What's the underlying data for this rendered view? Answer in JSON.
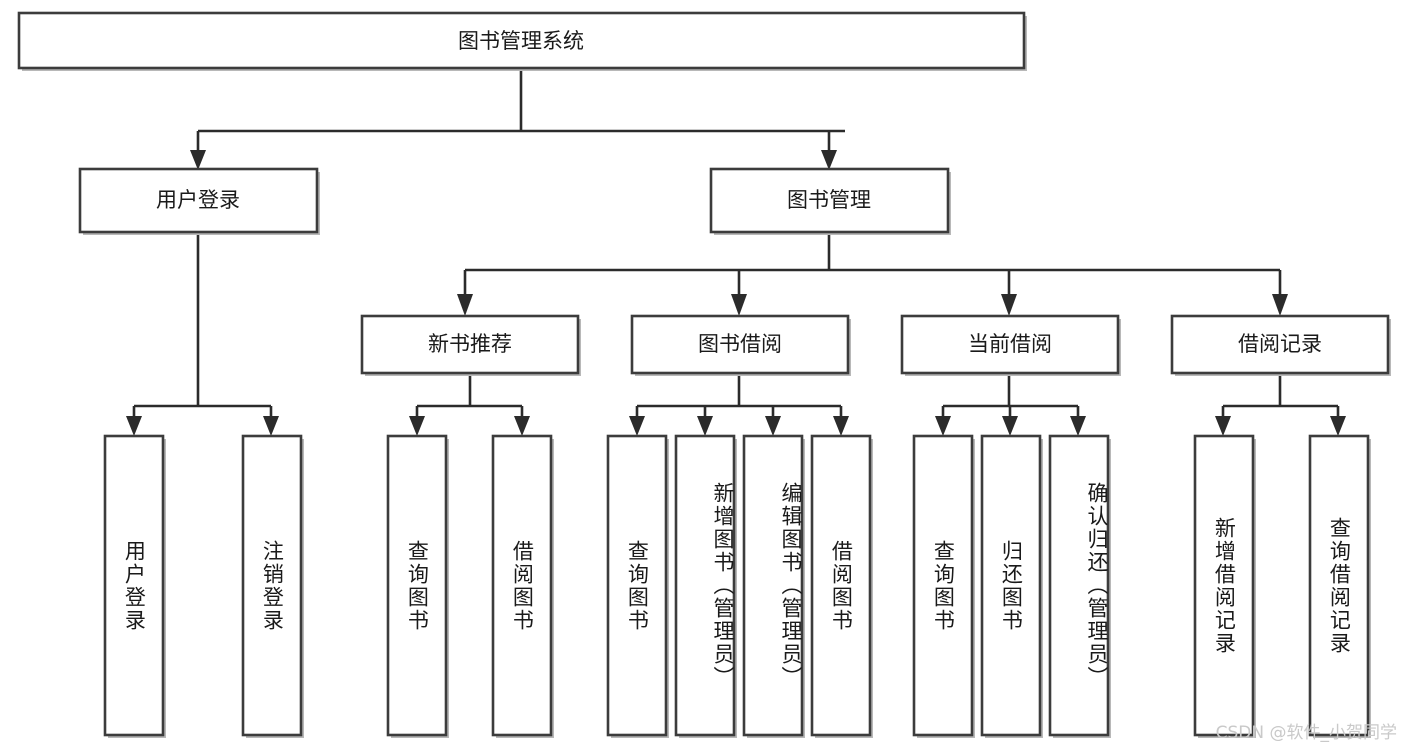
{
  "diagram": {
    "title": "图书管理系统",
    "type": "tree",
    "root": {
      "id": "root",
      "label": "图书管理系统",
      "orientation": "horizontal"
    },
    "level2": [
      {
        "id": "user-login",
        "label": "用户登录",
        "orientation": "horizontal"
      },
      {
        "id": "book-manage",
        "label": "图书管理",
        "orientation": "horizontal"
      }
    ],
    "level3": [
      {
        "id": "new-book-recommend",
        "label": "新书推荐",
        "parent": "book-manage",
        "orientation": "horizontal"
      },
      {
        "id": "book-borrow",
        "label": "图书借阅",
        "parent": "book-manage",
        "orientation": "horizontal"
      },
      {
        "id": "current-borrow",
        "label": "当前借阅",
        "parent": "book-manage",
        "orientation": "horizontal"
      },
      {
        "id": "borrow-record",
        "label": "借阅记录",
        "parent": "book-manage",
        "orientation": "horizontal"
      }
    ],
    "leaves": [
      {
        "id": "leaf-user-login",
        "label": "用户登录",
        "parent": "user-login",
        "orientation": "vertical"
      },
      {
        "id": "leaf-user-logout",
        "label": "注销登录",
        "parent": "user-login",
        "orientation": "vertical"
      },
      {
        "id": "leaf-query-book-recommend",
        "label": "查询图书",
        "parent": "new-book-recommend",
        "orientation": "vertical"
      },
      {
        "id": "leaf-borrow-book-recommend",
        "label": "借阅图书",
        "parent": "new-book-recommend",
        "orientation": "vertical"
      },
      {
        "id": "leaf-query-book-borrow",
        "label": "查询图书",
        "parent": "book-borrow",
        "orientation": "vertical"
      },
      {
        "id": "leaf-add-book-admin",
        "label": "新增图书（管理员）",
        "parent": "book-borrow",
        "orientation": "vertical"
      },
      {
        "id": "leaf-edit-book-admin",
        "label": "编辑图书（管理员）",
        "parent": "book-borrow",
        "orientation": "vertical"
      },
      {
        "id": "leaf-borrow-book",
        "label": "借阅图书",
        "parent": "book-borrow",
        "orientation": "vertical"
      },
      {
        "id": "leaf-query-book-current",
        "label": "查询图书",
        "parent": "current-borrow",
        "orientation": "vertical"
      },
      {
        "id": "leaf-return-book",
        "label": "归还图书",
        "parent": "current-borrow",
        "orientation": "vertical"
      },
      {
        "id": "leaf-confirm-return-admin",
        "label": "确认归还（管理员）",
        "parent": "current-borrow",
        "orientation": "vertical"
      },
      {
        "id": "leaf-add-borrow-record",
        "label": "新增借阅记录",
        "parent": "borrow-record",
        "orientation": "vertical"
      },
      {
        "id": "leaf-query-borrow-record",
        "label": "查询借阅记录",
        "parent": "borrow-record",
        "orientation": "vertical"
      }
    ]
  },
  "watermark": {
    "text": "CSDN @软件_小贺同学"
  },
  "colors": {
    "box_stroke": "#3c3c3c",
    "box_fill": "#ffffff",
    "edge": "#2b2b2b",
    "text": "#1a1a1a",
    "watermark": "#c9c9c9",
    "background": "#ffffff"
  }
}
